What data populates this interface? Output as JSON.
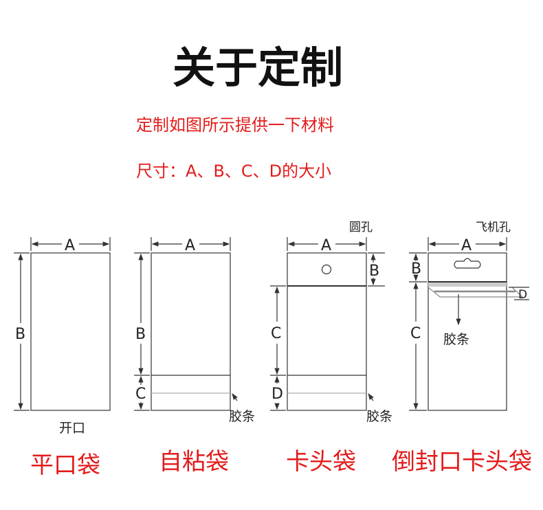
{
  "title": "关于定制",
  "subtitle": "定制如图所示提供一下材料",
  "size_line": "尺寸：A、B、C、D的大小",
  "bags": [
    {
      "name": "平口袋",
      "dims": [
        "A",
        "B"
      ],
      "note": "开口"
    },
    {
      "name": "自粘袋",
      "dims": [
        "A",
        "B",
        "C"
      ],
      "note": "胶条"
    },
    {
      "name": "卡头袋",
      "dims": [
        "A",
        "B",
        "C",
        "D"
      ],
      "note": "胶条",
      "hole": "圆孔"
    },
    {
      "name": "倒封口卡头袋",
      "dims": [
        "A",
        "B",
        "C",
        "D"
      ],
      "note": "胶条",
      "hole": "飞机孔"
    }
  ],
  "colors": {
    "accent": "#e31b1b"
  }
}
